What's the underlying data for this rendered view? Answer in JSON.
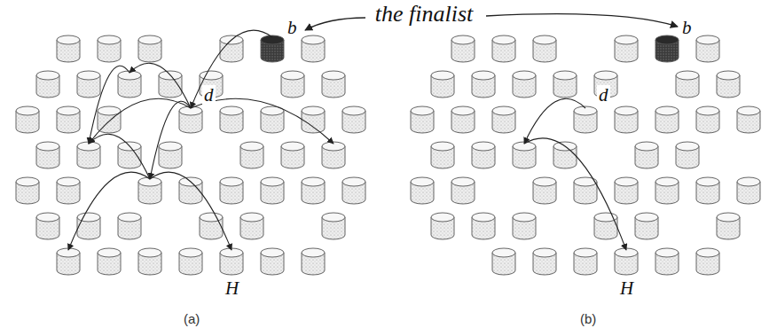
{
  "diagram": {
    "labels": [
      "the finalist",
      "b",
      "d",
      "H",
      "(a)",
      "b",
      "d",
      "H",
      "(b)"
    ]
  }
}
